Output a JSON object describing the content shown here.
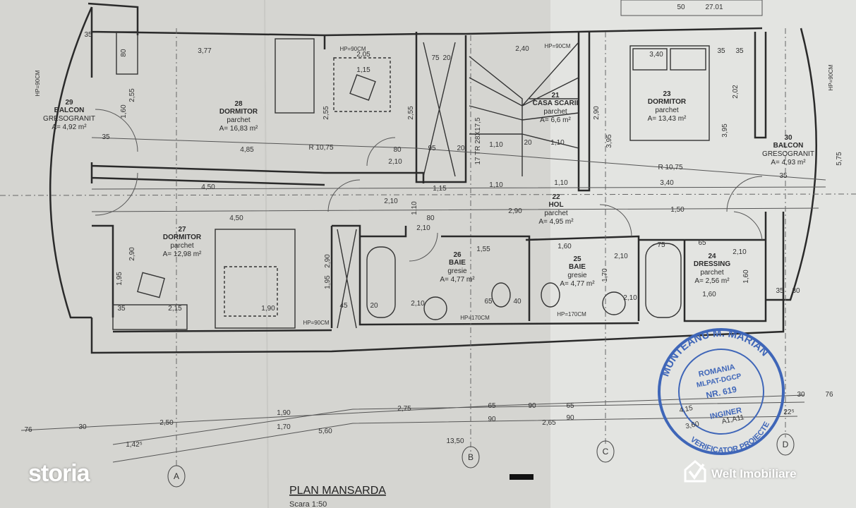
{
  "colors": {
    "paper": "#d5d5d1",
    "paper_right": "#e3e4e1",
    "ink": "#2a2a2a",
    "stamp": "#3f66b8",
    "watermark": "#ffffff"
  },
  "header_marks": [
    "50",
    "27.01"
  ],
  "rooms": [
    {
      "number": "29",
      "name": "BALCON",
      "finish": "GRESOGRANIT",
      "area": "A= 4,92 m²"
    },
    {
      "number": "28",
      "name": "DORMITOR",
      "finish": "parchet",
      "area": "A= 16,83 m²"
    },
    {
      "number": "27",
      "name": "DORMITOR",
      "finish": "parchet",
      "area": "A= 12,98 m²"
    },
    {
      "number": "21",
      "name": "CASA SCARII",
      "finish": "parchet",
      "area": "A= 6,6 m²"
    },
    {
      "number": "23",
      "name": "DORMITOR",
      "finish": "parchet",
      "area": "A= 13,43 m²"
    },
    {
      "number": "30",
      "name": "BALCON",
      "finish": "GRESOGRANIT",
      "area": "A= 4,93 m²"
    },
    {
      "number": "22",
      "name": "HOL",
      "finish": "parchet",
      "area": "A= 4,95 m²"
    },
    {
      "number": "26",
      "name": "BAIE",
      "finish": "gresie",
      "area": "A= 4,77 m²"
    },
    {
      "number": "25",
      "name": "BAIE",
      "finish": "gresie",
      "area": "A= 4,77 m²"
    },
    {
      "number": "24",
      "name": "DRESSING",
      "finish": "parchet",
      "area": "A= 2,56 m²"
    }
  ],
  "dimensions": [
    "3,77",
    "2,05",
    "1,15",
    "HP=90CM",
    "75",
    "20",
    "2,40",
    "HP=90CM",
    "3,40",
    "35",
    "35",
    "35",
    "80",
    "2,55",
    "1,60",
    "35",
    "4,85",
    "R 10,75",
    "2,55",
    "2,55",
    "95",
    "20",
    "17 TR 28X17,5",
    "1,10",
    "20",
    "1,10",
    "2,90",
    "3,95",
    "2,02",
    "3,95",
    "R 10,75",
    "3,40",
    "35",
    "5,75",
    "4,50",
    "4,50",
    "2,10",
    "80",
    "1,15",
    "1,10",
    "1,10",
    "2,10",
    "2,90",
    "1,10",
    "1,50",
    "2,10",
    "80",
    "1,55",
    "1,60",
    "2,10",
    "65",
    "75",
    "2,10",
    "1,60",
    "1,70",
    "2,10",
    "2,10",
    "65",
    "40",
    "HP=170CM",
    "HP=170CM",
    "2,15",
    "1,90",
    "35",
    "HP=90CM",
    "45",
    "20",
    "2,90",
    "1,95",
    "2,90",
    "1,95",
    "35",
    "30",
    "1,60",
    "HP=90CM",
    "HP=90CM",
    "76",
    "30",
    "2,50",
    "1,42⁵",
    "1,90",
    "1,70",
    "2,75",
    "5,60",
    "65",
    "90",
    "90",
    "65",
    "90",
    "2,65",
    "13,50",
    "30",
    "76",
    "22⁵"
  ],
  "axes": [
    "A",
    "B",
    "C",
    "D"
  ],
  "title": {
    "name": "PLAN MANSARDA",
    "scale": "Scara 1:50"
  },
  "stamp": {
    "name": "MUNTEANU M. MARIAN",
    "country": "ROMANIA",
    "authority": "MLPAT-DGCP",
    "number": "NR. 619",
    "role": "INGINER",
    "title": "VERIFICATOR PROIECTE",
    "codes": [
      "4,15",
      "3,60",
      "A1,A11"
    ]
  },
  "watermarks": {
    "left": "storia",
    "right": "Welt Imobiliare",
    "right_icon": "house-check-icon"
  }
}
